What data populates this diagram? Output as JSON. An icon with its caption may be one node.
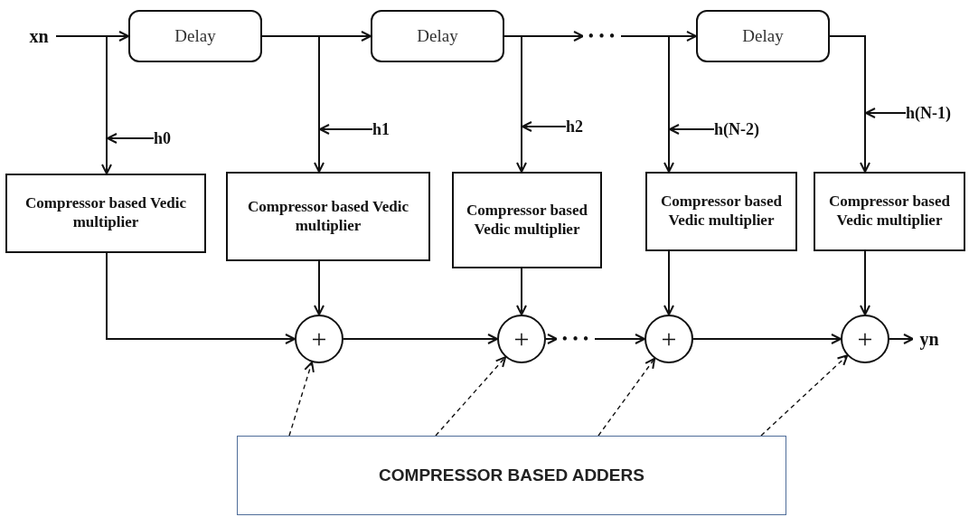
{
  "diagram": {
    "nodes": [
      {
        "text": [
          "xn"
        ]
      },
      {
        "text": [
          "Delay"
        ]
      },
      {
        "text": [
          "Delay"
        ]
      },
      {
        "text": [
          "• • •"
        ]
      },
      {
        "text": [
          "Delay"
        ]
      },
      {
        "text": [
          "h0"
        ]
      },
      {
        "text": [
          "h1"
        ]
      },
      {
        "text": [
          "h2"
        ]
      },
      {
        "text": [
          "h(N-2)"
        ]
      },
      {
        "text": [
          "h(N-1)"
        ]
      },
      {
        "text": [
          "Compressor based Vedic multiplier"
        ]
      },
      {
        "text": [
          "Compressor based Vedic multiplier"
        ]
      },
      {
        "text": [
          "Compressor based Vedic multiplier"
        ]
      },
      {
        "text": [
          "Compressor based Vedic multiplier"
        ]
      },
      {
        "text": [
          "Compressor based Vedic multiplier"
        ]
      },
      {
        "text": [
          "+"
        ]
      },
      {
        "text": [
          "+"
        ]
      },
      {
        "text": [
          "• • •"
        ]
      },
      {
        "text": [
          "+"
        ]
      },
      {
        "text": [
          "+"
        ]
      },
      {
        "text": [
          "yn"
        ]
      },
      {
        "text": [
          "COMPRESSOR BASED ADDERS"
        ]
      }
    ],
    "edges": [
      {
        "from": 0,
        "to": 1,
        "arrow": "to"
      },
      {
        "from": 0,
        "to": 10,
        "arrow": "to"
      },
      {
        "from": 5,
        "to": null,
        "arrow": "to"
      },
      {
        "from": 1,
        "to": 2,
        "arrow": "to"
      },
      {
        "from": 1,
        "to": 11,
        "arrow": "to"
      },
      {
        "from": 6,
        "to": null,
        "arrow": "to"
      },
      {
        "from": 2,
        "to": 3,
        "arrow": "to"
      },
      {
        "from": 2,
        "to": 12,
        "arrow": "to"
      },
      {
        "from": 7,
        "to": null,
        "arrow": "to"
      },
      {
        "from": 3,
        "to": 4,
        "arrow": "to"
      },
      {
        "from": 3,
        "to": 13,
        "arrow": "to"
      },
      {
        "from": 8,
        "to": null,
        "arrow": "to"
      },
      {
        "from": 4,
        "to": 14,
        "arrow": "to"
      },
      {
        "from": 9,
        "to": null,
        "arrow": "to"
      },
      {
        "from": 10,
        "to": 15,
        "arrow": "to"
      },
      {
        "from": 11,
        "to": 15,
        "arrow": "to"
      },
      {
        "from": 15,
        "to": 16,
        "arrow": "to"
      },
      {
        "from": 12,
        "to": 16,
        "arrow": "to"
      },
      {
        "from": 16,
        "to": 17,
        "arrow": "to"
      },
      {
        "from": 17,
        "to": 18,
        "arrow": "to"
      },
      {
        "from": 13,
        "to": 18,
        "arrow": "to"
      },
      {
        "from": 18,
        "to": 19,
        "arrow": "to"
      },
      {
        "from": 14,
        "to": 19,
        "arrow": "to"
      },
      {
        "from": 19,
        "to": 20,
        "arrow": "to"
      },
      {
        "from": 21,
        "to": 15,
        "arrow": "to",
        "style": "dashed"
      },
      {
        "from": 21,
        "to": 16,
        "arrow": "to",
        "style": "dashed"
      },
      {
        "from": 21,
        "to": 18,
        "arrow": "to",
        "style": "dashed"
      },
      {
        "from": 21,
        "to": 19,
        "arrow": "to",
        "style": "dashed"
      }
    ]
  }
}
